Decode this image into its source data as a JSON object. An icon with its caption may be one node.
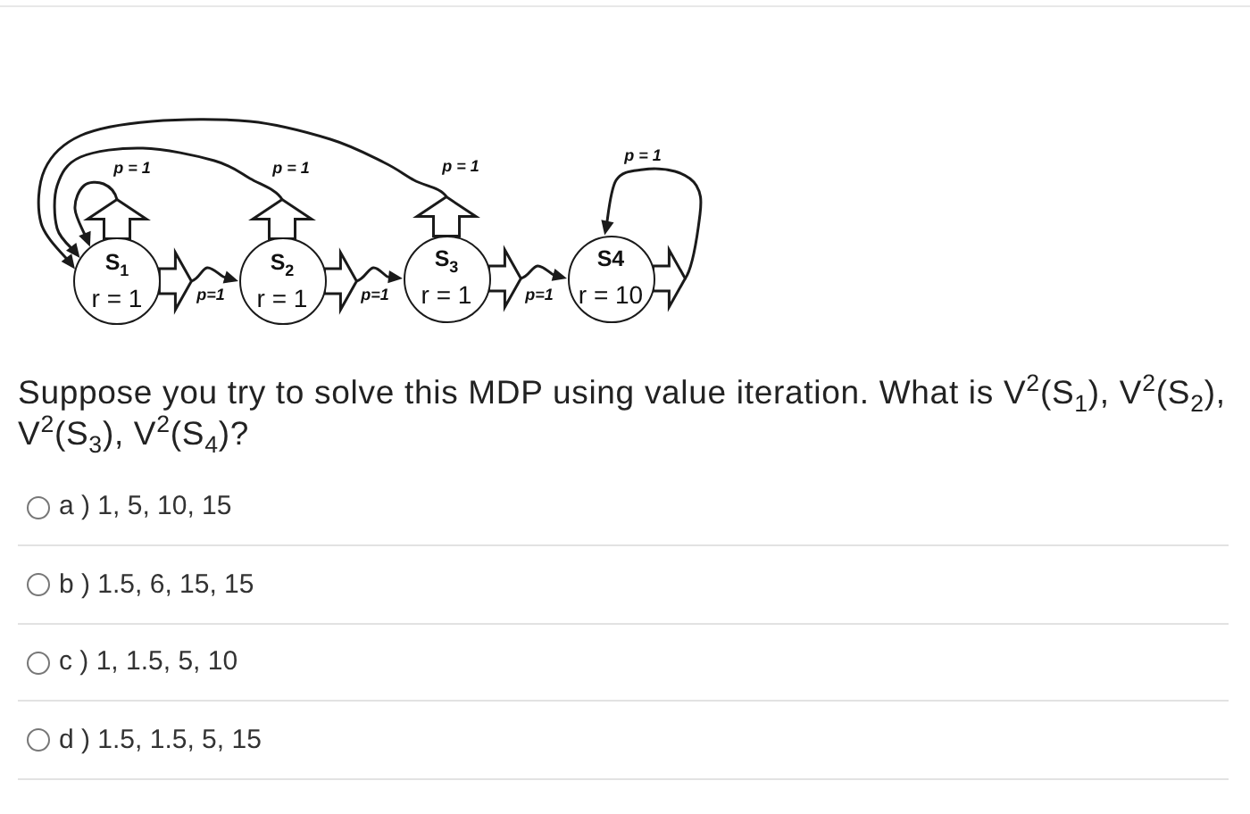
{
  "diagram": {
    "nodes": [
      {
        "text": [
          "S$_{1}$",
          "r = 1"
        ]
      },
      {
        "text": [
          "S$_{2}$",
          "r = 1"
        ]
      },
      {
        "text": [
          "S$_{3}$",
          "r = 1"
        ]
      },
      {
        "text": [
          "S4",
          "r = 10"
        ]
      }
    ],
    "edges": [
      {
        "from": 0,
        "to": 0,
        "arrow": "to",
        "label": "p = 1"
      },
      {
        "from": 0,
        "to": 1,
        "arrow": "to",
        "label": "p=1"
      },
      {
        "from": 1,
        "to": 0,
        "arrow": "to",
        "label": "p = 1"
      },
      {
        "from": 1,
        "to": 2,
        "arrow": "to",
        "label": "p=1"
      },
      {
        "from": 2,
        "to": 0,
        "arrow": "to",
        "label": "p = 1"
      },
      {
        "from": 2,
        "to": 3,
        "arrow": "to",
        "label": "p=1"
      },
      {
        "from": 3,
        "to": 3,
        "arrow": "to",
        "label": "p = 1"
      }
    ],
    "labels": [
      "Suppose you try to solve this MDP using value iteration. What is V$^{2}$(S$_{1}$), V$^{2}$(S$_{2}$), V$^{2}$(S$_{3}$), V$^{2}$(S$_{4}$)?",
      "a ) 1, 5, 10, 15",
      "b ) 1.5, 6, 15, 15",
      "c ) 1, 1.5, 5, 10",
      "d ) 1.5, 1.5, 5, 15"
    ]
  }
}
